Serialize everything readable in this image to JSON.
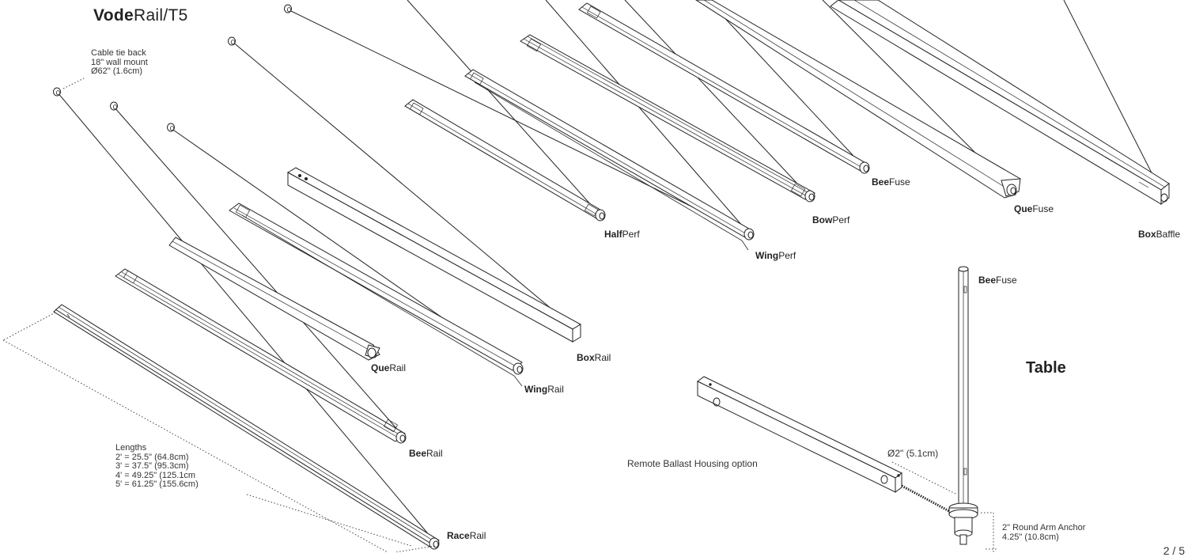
{
  "title": {
    "bold": "Vode",
    "rest": "Rail/T5"
  },
  "cable_note": [
    "Cable tie back",
    "18\" wall mount",
    "Ø62\" (1.6cm)"
  ],
  "lengths_note": [
    "Lengths",
    "2' = 25.5\" (64.8cm)",
    "3' = 37.5\" (95.3cm)",
    "4' = 49.25\" (125.1cm",
    "5' = 61.25\" (155.6cm)"
  ],
  "products": {
    "race_rail": {
      "bold": "Race",
      "rest": "Rail"
    },
    "bee_rail": {
      "bold": "Bee",
      "rest": "Rail"
    },
    "que_rail": {
      "bold": "Que",
      "rest": "Rail"
    },
    "wing_rail": {
      "bold": "Wing",
      "rest": "Rail"
    },
    "box_rail": {
      "bold": "Box",
      "rest": "Rail"
    },
    "half_perf": {
      "bold": "Half",
      "rest": "Perf"
    },
    "wing_perf": {
      "bold": "Wing",
      "rest": "Perf"
    },
    "bow_perf": {
      "bold": "Bow",
      "rest": "Perf"
    },
    "bee_fuse": {
      "bold": "Bee",
      "rest": "Fuse"
    },
    "que_fuse": {
      "bold": "Que",
      "rest": "Fuse"
    },
    "box_baffle": {
      "bold": "Box",
      "rest": "Baffle"
    },
    "table_bee_fuse": {
      "bold": "Bee",
      "rest": "Fuse"
    }
  },
  "table_section": {
    "title": "Table",
    "diameter": "Ø2\" (5.1cm)",
    "ballast": "Remote Ballast Housing option",
    "anchor": [
      "2\" Round Arm Anchor",
      "4.25\" (10.8cm)"
    ]
  },
  "page_number": "2 / 5"
}
